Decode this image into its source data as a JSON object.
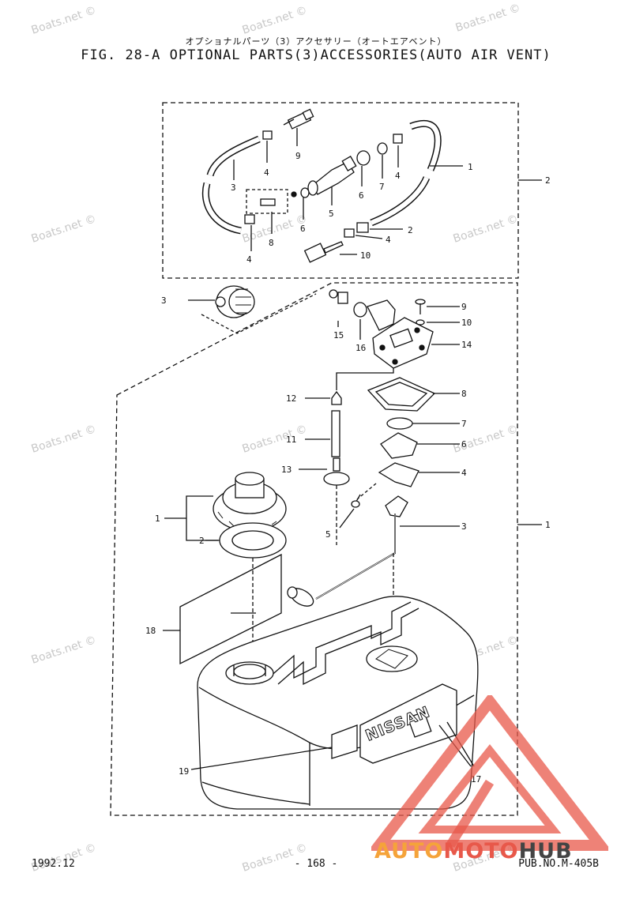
{
  "header": {
    "jp_title": "オプショナルパーツ（3）アクセサリー（オートエアベント）",
    "title": "FIG. 28-A OPTIONAL PARTS(3)ACCESSORIES(AUTO AIR VENT)"
  },
  "footer": {
    "date": "1992.12",
    "page": "- 168 -",
    "pub": "PUB.NO.M-405B"
  },
  "watermark": {
    "text": "Boats.net ©"
  },
  "tank_label": "NISSAN",
  "brand": {
    "auto": "AUTO",
    "moto": "MOTO",
    "hub": "HUB"
  },
  "callouts_upper": {
    "c1": "1",
    "c2": "2",
    "c3": "3",
    "c4a": "4",
    "c4b": "4",
    "c4c": "4",
    "c4d": "4",
    "c2b": "2",
    "c5": "5",
    "c6a": "6",
    "c6b": "6",
    "c7": "7",
    "c8": "8",
    "c9": "9",
    "c10": "10"
  },
  "callouts_lower": {
    "c1": "1",
    "c1b": "1",
    "c2": "2",
    "c3": "3",
    "c3b": "3",
    "c4": "4",
    "c5": "5",
    "c6": "6",
    "c7": "7",
    "c8": "8",
    "c9": "9",
    "c10": "10",
    "c11": "11",
    "c12": "12",
    "c13": "13",
    "c14": "14",
    "c15": "15",
    "c16": "16",
    "c17": "17",
    "c18": "18",
    "c19": "19"
  }
}
